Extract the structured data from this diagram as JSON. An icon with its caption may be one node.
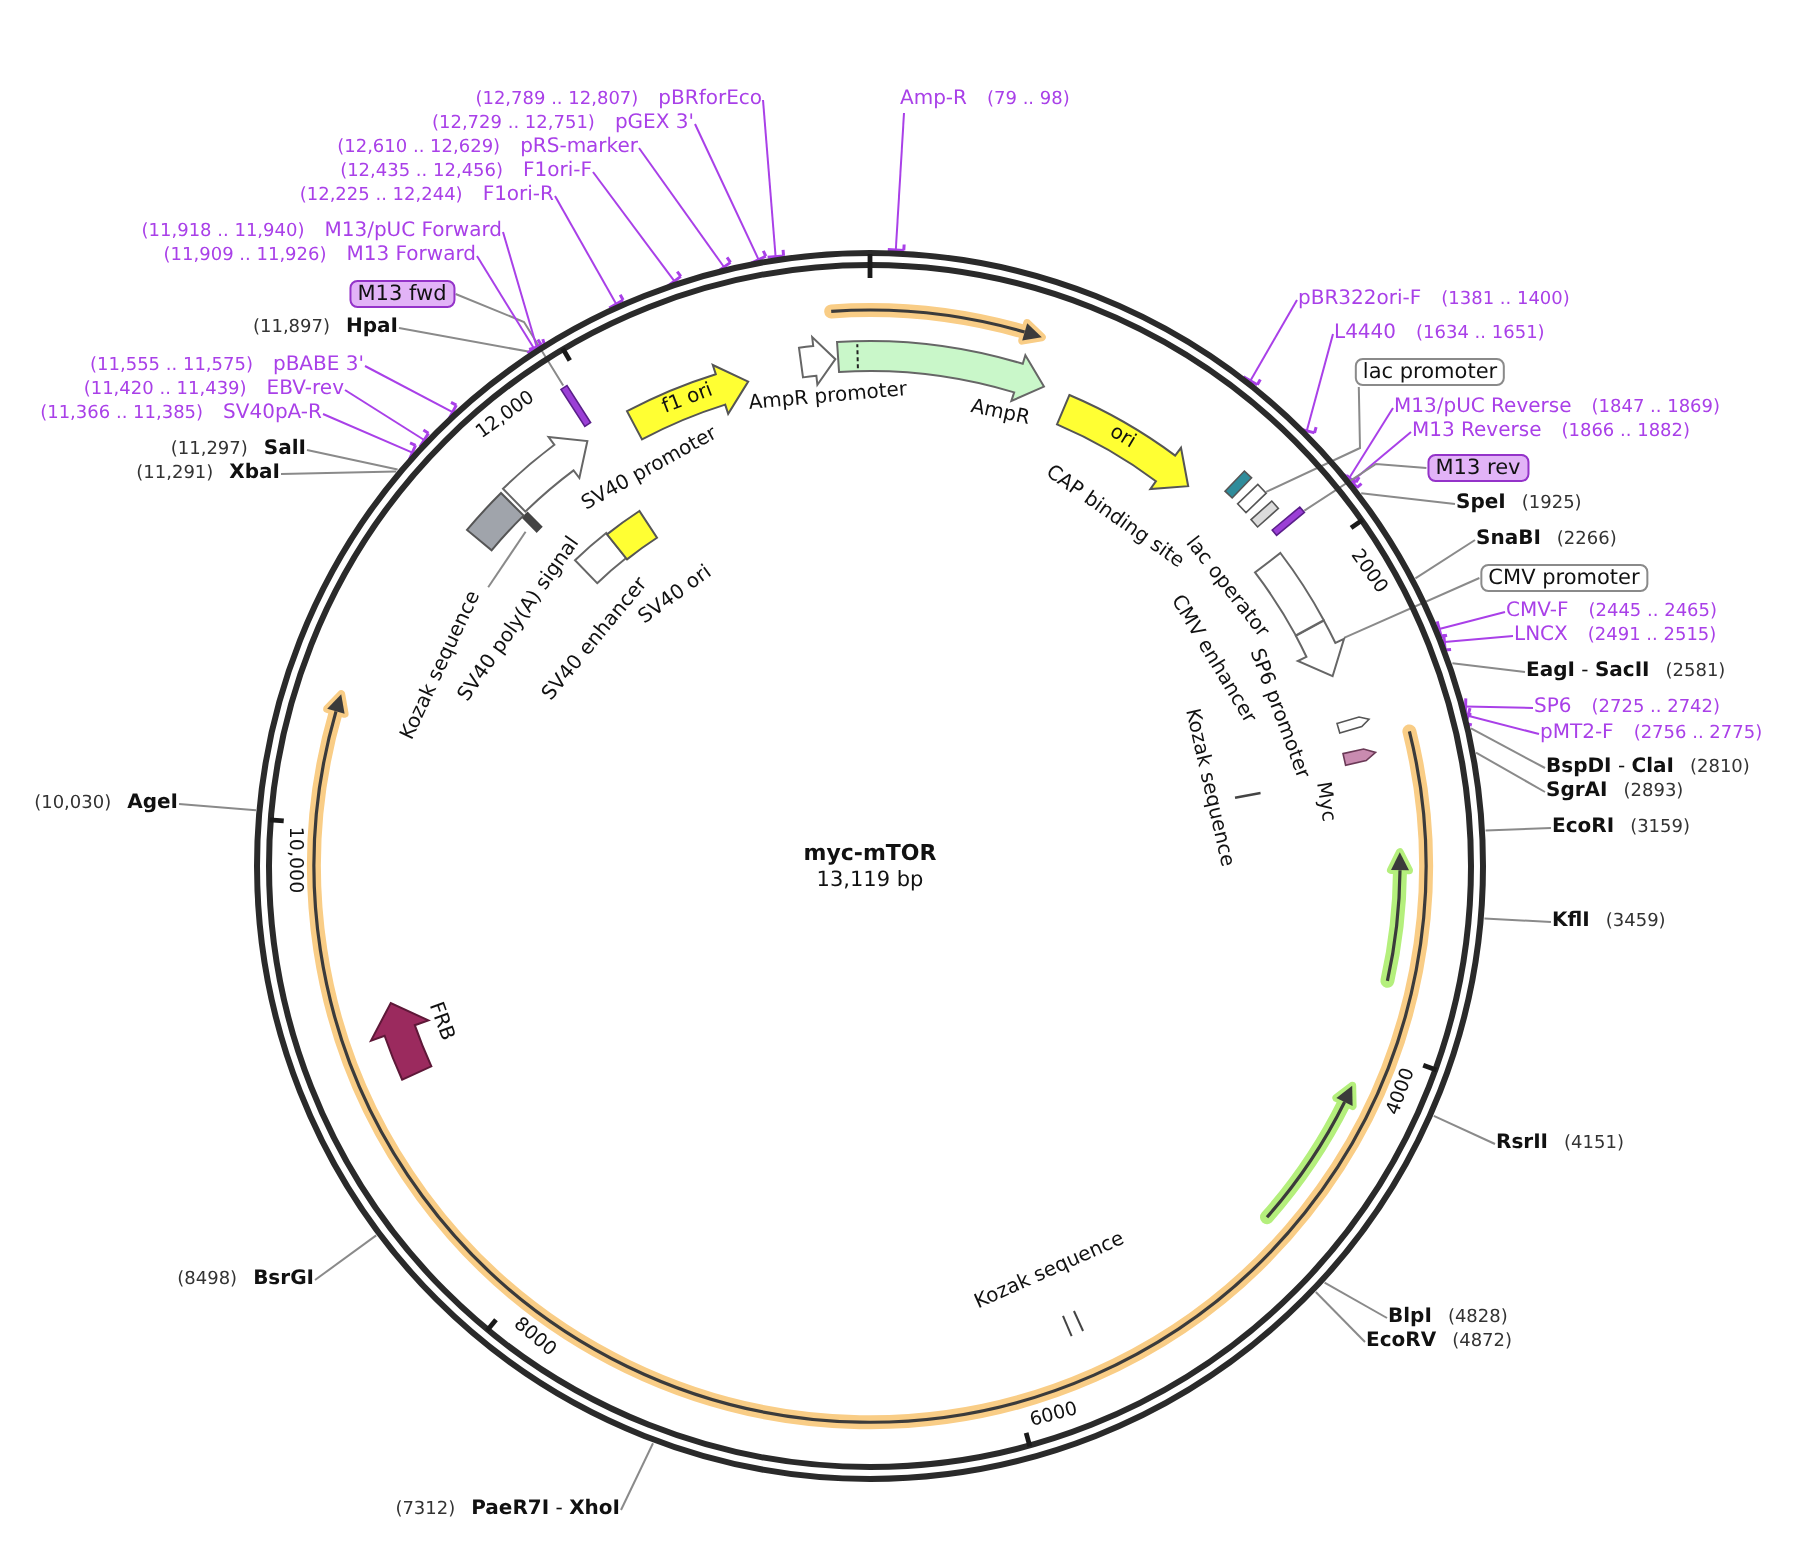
{
  "diagram": {
    "nodes": [
      {
        "text": [
          "Amp-R",
          "(79 .. 98)"
        ]
      },
      {
        "text": [
          "pBR322ori-F",
          "(1381 .. 1400)"
        ]
      },
      {
        "text": [
          "L4440",
          "(1634 .. 1651)"
        ]
      },
      {
        "text": [
          "lac promoter"
        ]
      },
      {
        "text": [
          "M13/pUC Reverse",
          "(1847 .. 1869)"
        ]
      },
      {
        "text": [
          "M13 Reverse",
          "(1866 .. 1882)"
        ]
      },
      {
        "text": [
          "M13 rev"
        ]
      },
      {
        "text": [
          "SpeI",
          "(1925)"
        ]
      },
      {
        "text": [
          "SnaBI",
          "(2266)"
        ]
      },
      {
        "text": [
          "CMV promoter"
        ]
      },
      {
        "text": [
          "CMV-F",
          "(2445 .. 2465)"
        ]
      },
      {
        "text": [
          "LNCX",
          "(2491 .. 2515)"
        ]
      },
      {
        "text": [
          "**EagI** - **SacII**",
          "(2581)"
        ]
      },
      {
        "text": [
          "SP6",
          "(2725 .. 2742)"
        ]
      },
      {
        "text": [
          "pMT2-F",
          "(2756 .. 2775)"
        ]
      },
      {
        "text": [
          "**BspDI** - **ClaI**",
          "(2810)"
        ]
      },
      {
        "text": [
          "SgrAI",
          "(2893)"
        ]
      },
      {
        "text": [
          "EcoRI",
          "(3159)"
        ]
      },
      {
        "text": [
          "KflI",
          "(3459)"
        ]
      },
      {
        "text": [
          "RsrII",
          "(4151)"
        ]
      },
      {
        "text": [
          "BlpI",
          "(4828)"
        ]
      },
      {
        "text": [
          "EcoRV",
          "(4872)"
        ]
      },
      {
        "text": [
          "(7312)",
          "**PaeR7I** - **XhoI**"
        ]
      },
      {
        "text": [
          "(8498)",
          "BsrGI"
        ]
      },
      {
        "text": [
          "(10,030)",
          "AgeI"
        ]
      },
      {
        "text": [
          "(11,291)",
          "XbaI"
        ]
      },
      {
        "text": [
          "(11,297)",
          "SalI"
        ]
      },
      {
        "text": [
          "(11,366 .. 11,385)",
          "SV40pA-R"
        ]
      },
      {
        "text": [
          "(11,420 .. 11,439)",
          "EBV-rev"
        ]
      },
      {
        "text": [
          "(11,555 .. 11,575)",
          "pBABE 3'"
        ]
      },
      {
        "text": [
          "(11,897)",
          "HpaI"
        ]
      },
      {
        "text": [
          "M13 fwd"
        ]
      },
      {
        "text": [
          "(11,909 .. 11,926)",
          "M13 Forward"
        ]
      },
      {
        "text": [
          "(11,918 .. 11,940)",
          "M13/pUC Forward"
        ]
      },
      {
        "text": [
          "(12,225 .. 12,244)",
          "F1ori-R"
        ]
      },
      {
        "text": [
          "(12,435 .. 12,456)",
          "F1ori-F"
        ]
      },
      {
        "text": [
          "(12,610 .. 12,629)",
          "pRS-marker"
        ]
      },
      {
        "text": [
          "(12,729 .. 12,751)",
          "pGEX 3'"
        ]
      },
      {
        "text": [
          "(12,789 .. 12,807)",
          "pBRforEco"
        ]
      },
      {
        "text": [
          "myc-mTOR",
          "13,119 bp"
        ],
        "beside": [
          "2000",
          "4000",
          "6000",
          "8000",
          "10,000",
          "12,000"
        ]
      },
      {
        "text": [
          "AmpR promoter"
        ],
        "in": 39
      },
      {
        "text": [
          "AmpR"
        ],
        "in": 39
      },
      {
        "text": [
          "ori"
        ],
        "in": 39
      },
      {
        "text": [
          "CAP binding site"
        ],
        "in": 39
      },
      {
        "text": [],
        "shape": "box",
        "in": 39
      },
      {
        "text": [
          "lac operator"
        ],
        "in": 39
      },
      {
        "text": [],
        "shape": "bar",
        "in": 39
      },
      {
        "text": [
          "CMV enhancer"
        ],
        "in": 39
      },
      {
        "text": [],
        "shape": "arrow",
        "in": 39
      },
      {
        "text": [
          "SP6 promoter"
        ],
        "in": 39
      },
      {
        "text": [
          "Myc"
        ],
        "in": 39
      },
      {
        "text": [
          "Kozak sequence"
        ],
        "in": 39
      },
      {
        "text": [
          "Kozak sequence"
        ],
        "in": 39
      },
      {
        "text": [
          "FRB"
        ],
        "in": 39
      },
      {
        "text": [
          "SV40 poly(A) signal"
        ],
        "in": 39
      },
      {
        "text": [
          "Kozak sequence"
        ],
        "in": 39
      },
      {
        "text": [
          "SV40 enhancer"
        ],
        "in": 39
      },
      {
        "text": [
          "SV40 ori"
        ],
        "in": 39
      },
      {
        "text": [
          "SV40 promoter"
        ],
        "in": 39
      },
      {
        "text": [],
        "shape": "bar",
        "in": 39
      },
      {
        "text": [
          "f1 ori"
        ],
        "in": 39
      },
      {
        "text": [],
        "shape": "bar",
        "in": 39
      }
    ],
    "edges": [
      {
        "from": 0,
        "to": 39,
        "arrow": "other",
        "color": "#a940e8"
      },
      {
        "from": 1,
        "to": 39,
        "arrow": "other",
        "color": "#a940e8"
      },
      {
        "from": 2,
        "to": 39,
        "arrow": "other",
        "color": "#a940e8"
      },
      {
        "from": 3,
        "to": 44,
        "arrow": "none"
      },
      {
        "from": 4,
        "to": 39,
        "arrow": "other",
        "color": "#a940e8"
      },
      {
        "from": 5,
        "to": 39,
        "arrow": "other",
        "color": "#a940e8"
      },
      {
        "from": 6,
        "to": 46,
        "arrow": "none"
      },
      {
        "from": 7,
        "to": 39,
        "arrow": "none"
      },
      {
        "from": 8,
        "to": 39,
        "arrow": "none"
      },
      {
        "from": 9,
        "to": 48,
        "arrow": "none"
      },
      {
        "from": 10,
        "to": 39,
        "arrow": "other",
        "color": "#a940e8"
      },
      {
        "from": 11,
        "to": 39,
        "arrow": "other",
        "color": "#a940e8"
      },
      {
        "from": 12,
        "to": 39,
        "arrow": "none"
      },
      {
        "from": 13,
        "to": 39,
        "arrow": "other",
        "color": "#a940e8"
      },
      {
        "from": 14,
        "to": 39,
        "arrow": "other",
        "color": "#a940e8"
      },
      {
        "from": 15,
        "to": 39,
        "arrow": "none"
      },
      {
        "from": 16,
        "to": 39,
        "arrow": "none"
      },
      {
        "from": 17,
        "to": 39,
        "arrow": "none"
      },
      {
        "from": 18,
        "to": 39,
        "arrow": "none"
      },
      {
        "from": 19,
        "to": 39,
        "arrow": "none"
      },
      {
        "from": 20,
        "to": 39,
        "arrow": "none"
      },
      {
        "from": 21,
        "to": 39,
        "arrow": "none"
      },
      {
        "from": 22,
        "to": 39,
        "arrow": "none"
      },
      {
        "from": 23,
        "to": 39,
        "arrow": "none"
      },
      {
        "from": 24,
        "to": 39,
        "arrow": "none"
      },
      {
        "from": 25,
        "to": 39,
        "arrow": "none"
      },
      {
        "from": 26,
        "to": 39,
        "arrow": "none"
      },
      {
        "from": 27,
        "to": 39,
        "arrow": "other",
        "color": "#a940e8"
      },
      {
        "from": 28,
        "to": 39,
        "arrow": "other",
        "color": "#a940e8"
      },
      {
        "from": 29,
        "to": 39,
        "arrow": "other",
        "color": "#a940e8"
      },
      {
        "from": 30,
        "to": 39,
        "arrow": "none"
      },
      {
        "from": 31,
        "to": 59,
        "arrow": "none"
      },
      {
        "from": 32,
        "to": 39,
        "arrow": "other",
        "color": "#a940e8"
      },
      {
        "from": 33,
        "to": 39,
        "arrow": "other",
        "color": "#a940e8"
      },
      {
        "from": 34,
        "to": 39,
        "arrow": "other",
        "color": "#a940e8"
      },
      {
        "from": 35,
        "to": 39,
        "arrow": "other",
        "color": "#a940e8"
      },
      {
        "from": 36,
        "to": 39,
        "arrow": "other",
        "color": "#a940e8"
      },
      {
        "from": 37,
        "to": 39,
        "arrow": "other",
        "color": "#a940e8"
      },
      {
        "from": 38,
        "to": 39,
        "arrow": "other",
        "color": "#a940e8"
      },
      {
        "from": 55,
        "to": 61,
        "arrow": "none"
      }
    ]
  }
}
